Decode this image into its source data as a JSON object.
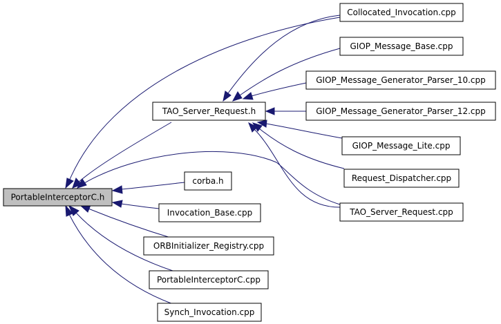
{
  "graph": {
    "root": "PortableInterceptorC.h",
    "nodes": {
      "portable_interceptor_c_h": "PortableInterceptorC.h",
      "tao_server_request_h": "TAO_Server_Request.h",
      "corba_h": "corba.h",
      "invocation_base_cpp": "Invocation_Base.cpp",
      "orb_initializer_registry_cpp": "ORBInitializer_Registry.cpp",
      "portable_interceptor_c_cpp": "PortableInterceptorC.cpp",
      "synch_invocation_cpp": "Synch_Invocation.cpp",
      "collocated_invocation_cpp": "Collocated_Invocation.cpp",
      "giop_message_base_cpp": "GIOP_Message_Base.cpp",
      "giop_message_generator_parser_10_cpp": "GIOP_Message_Generator_Parser_10.cpp",
      "giop_message_generator_parser_12_cpp": "GIOP_Message_Generator_Parser_12.cpp",
      "giop_message_lite_cpp": "GIOP_Message_Lite.cpp",
      "request_dispatcher_cpp": "Request_Dispatcher.cpp",
      "tao_server_request_cpp": "TAO_Server_Request.cpp"
    },
    "edges": [
      [
        "tao_server_request_h",
        "portable_interceptor_c_h"
      ],
      [
        "corba_h",
        "portable_interceptor_c_h"
      ],
      [
        "invocation_base_cpp",
        "portable_interceptor_c_h"
      ],
      [
        "orb_initializer_registry_cpp",
        "portable_interceptor_c_h"
      ],
      [
        "portable_interceptor_c_cpp",
        "portable_interceptor_c_h"
      ],
      [
        "synch_invocation_cpp",
        "portable_interceptor_c_h"
      ],
      [
        "collocated_invocation_cpp",
        "portable_interceptor_c_h"
      ],
      [
        "tao_server_request_cpp",
        "portable_interceptor_c_h"
      ],
      [
        "collocated_invocation_cpp",
        "tao_server_request_h"
      ],
      [
        "giop_message_base_cpp",
        "tao_server_request_h"
      ],
      [
        "giop_message_generator_parser_10_cpp",
        "tao_server_request_h"
      ],
      [
        "giop_message_generator_parser_12_cpp",
        "tao_server_request_h"
      ],
      [
        "giop_message_lite_cpp",
        "tao_server_request_h"
      ],
      [
        "request_dispatcher_cpp",
        "tao_server_request_h"
      ],
      [
        "tao_server_request_cpp",
        "tao_server_request_h"
      ]
    ],
    "colors": {
      "edge": "#191970",
      "root_fill": "#bfbfbf",
      "node_fill": "#ffffff",
      "node_border": "#000000"
    }
  }
}
